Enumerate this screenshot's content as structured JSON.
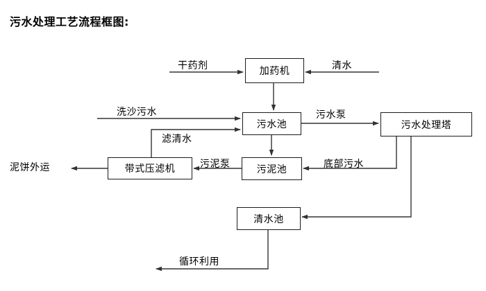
{
  "diagram": {
    "title": "污水处理工艺流程框图:",
    "type": "flowchart",
    "nodes": [
      {
        "id": "dosing-machine",
        "label": "加药机"
      },
      {
        "id": "wastewater-pool",
        "label": "污水池"
      },
      {
        "id": "treatment-tower",
        "label": "污水处理塔"
      },
      {
        "id": "belt-filter-press",
        "label": "带式压滤机"
      },
      {
        "id": "sludge-pool",
        "label": "污泥池"
      },
      {
        "id": "clean-water-pool",
        "label": "清水池"
      }
    ],
    "terminals": [
      {
        "id": "dry-chemical",
        "label": "干药剂"
      },
      {
        "id": "clean-water-input",
        "label": "清水"
      },
      {
        "id": "sand-wash-wastewater",
        "label": "洗沙污水"
      },
      {
        "id": "mud-cake-output",
        "label": "泥饼外运"
      }
    ],
    "edge_labels": [
      {
        "id": "sewage-pump",
        "label": "污水泵"
      },
      {
        "id": "filtered-clean-water",
        "label": "滤清水"
      },
      {
        "id": "sludge-pump",
        "label": "污泥泵"
      },
      {
        "id": "bottom-wastewater",
        "label": "底部污水"
      },
      {
        "id": "recycle-reuse",
        "label": "循环利用"
      }
    ],
    "colors": {
      "line": "#333333",
      "box_border": "#1a1a1a",
      "text": "#000000",
      "background": "#ffffff"
    }
  }
}
